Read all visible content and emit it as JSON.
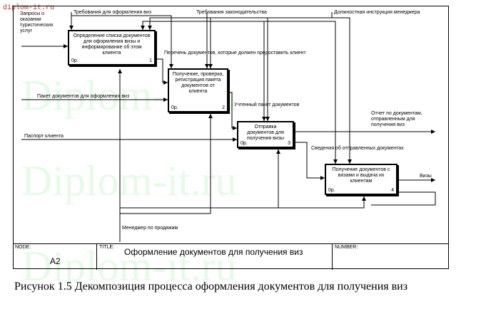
{
  "watermark": "Diplom-it.ru",
  "watermark_small": "diplom-it.ru",
  "arrows": {
    "requests_top_left": "Запросы о оказании туристических услуг",
    "visa_requirements": "Требования для оформления виз",
    "legislation": "Требования законодательства",
    "manager_instruction": "Должностная инструкция менеджера",
    "doc_list": "Перечень документов, которые должен предоставить клиент",
    "visa_package": "Пакет документов для оформления виз",
    "counted_package": "Учтенный пакет документов",
    "passport": "Паспорт клиента",
    "report": "Отчет по документам, отправленным для получения виз",
    "sent_info": "Сведения об отправленных документах",
    "visas": "Визы",
    "sales_manager": "Менеджер по продажам"
  },
  "boxes": [
    {
      "title": "Определение списка документов для оформления визы и информирование об этом клиента",
      "cost": "0р.",
      "num": "1"
    },
    {
      "title": "Получение, проверка, регистрация пакета документов от клиента",
      "cost": "0р.",
      "num": "2"
    },
    {
      "title": "Отправка документов для получения визы",
      "cost": "0р.",
      "num": "3"
    },
    {
      "title": "Получение документов с визами и выдача их клиентам",
      "cost": "0р.",
      "num": "4"
    }
  ],
  "footer": {
    "node_head": "NODE:",
    "node": "A2",
    "title_head": "TITLE:",
    "title": "Оформление документов для получения виз",
    "number_head": "NUMBER:"
  },
  "caption": "Рисунок 1.5 Декомпозиция процесса оформления документов для получения виз"
}
